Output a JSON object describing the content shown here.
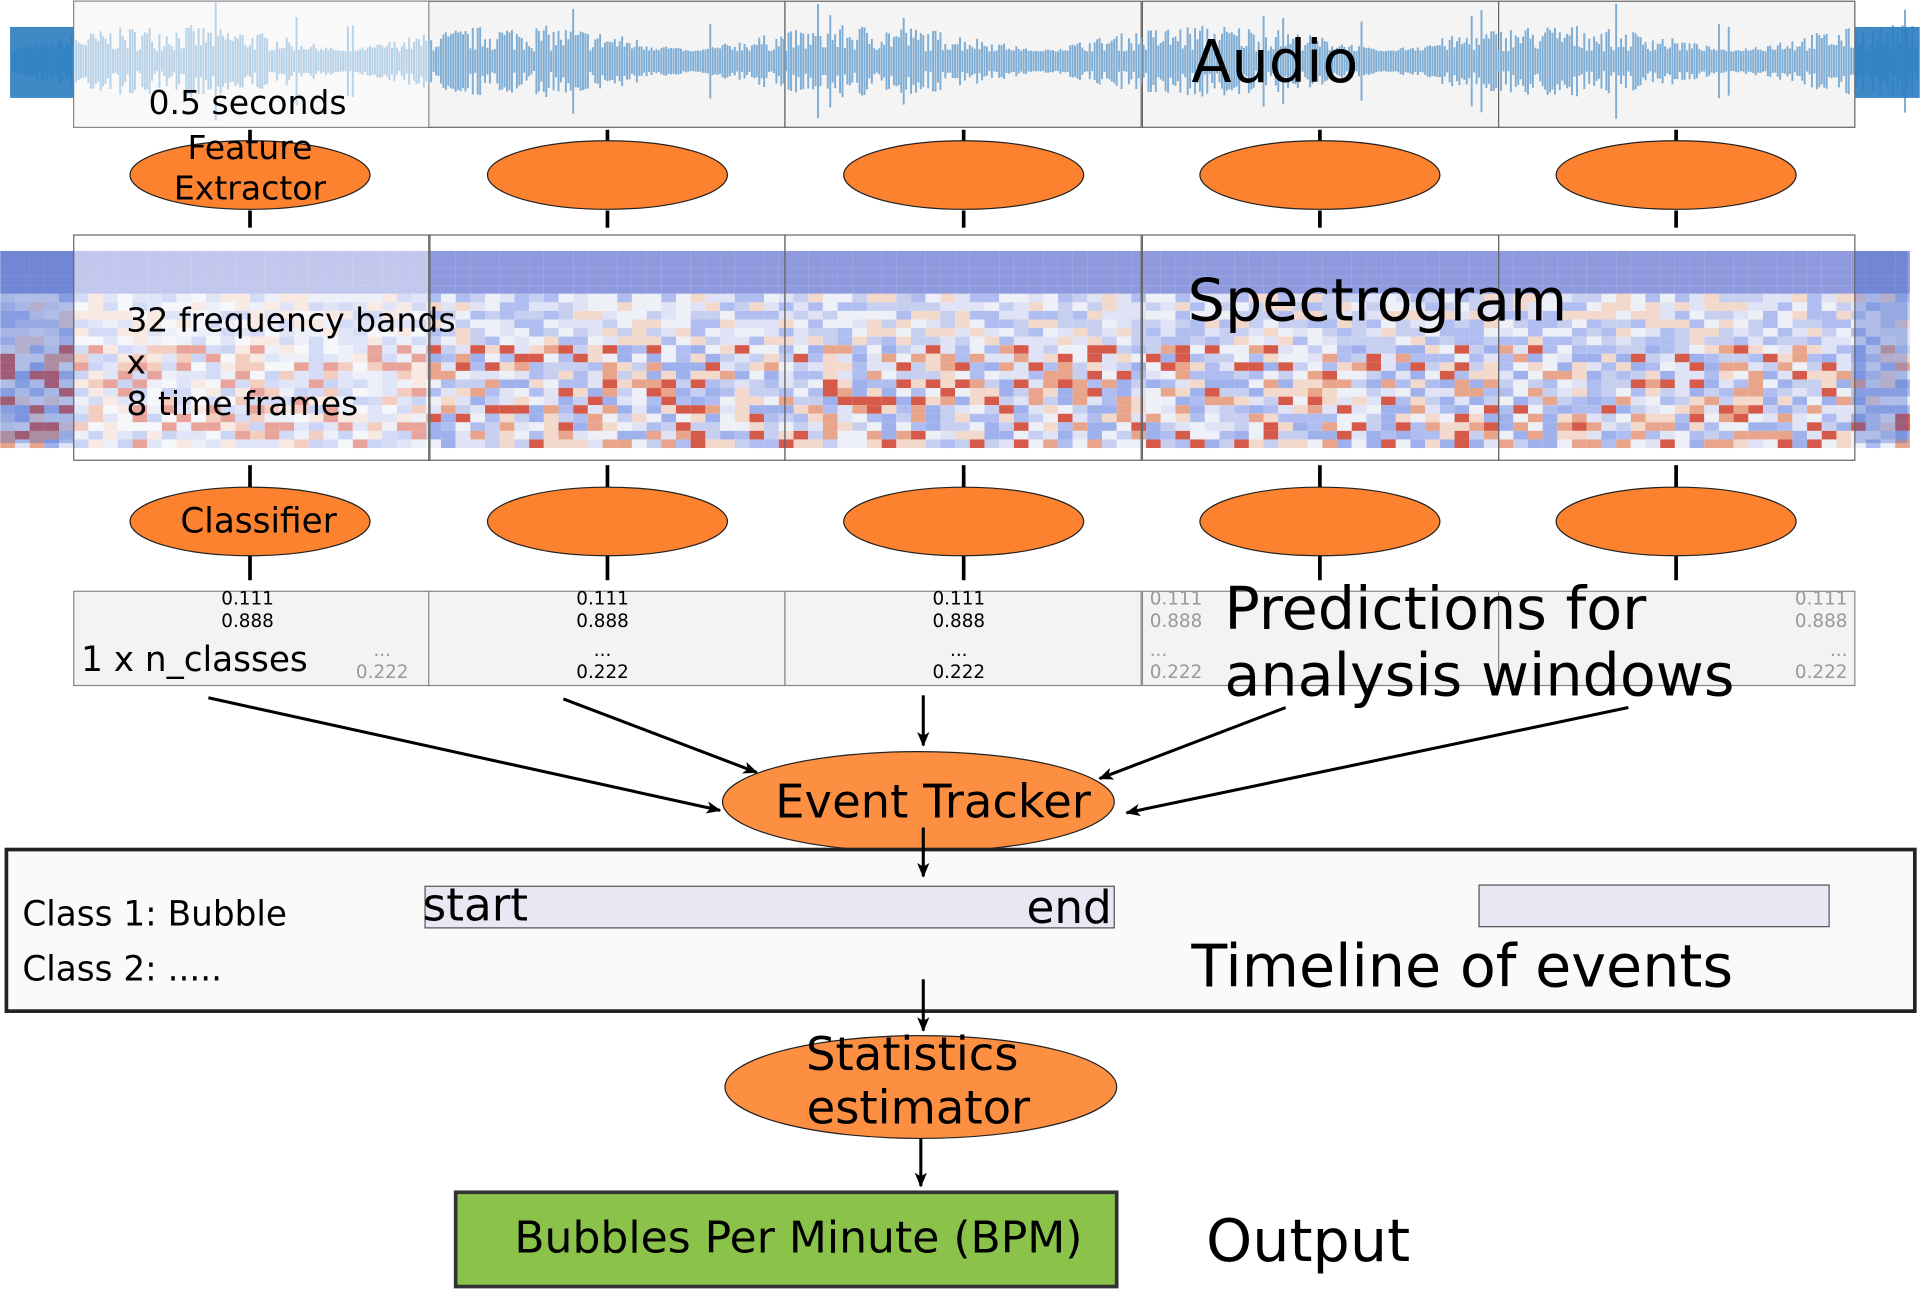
{
  "audio": {
    "label": "Audio",
    "window_label": "0.5 seconds"
  },
  "feature_extractor": {
    "label_line1": "Feature",
    "label_line2": "Extractor"
  },
  "spectrogram": {
    "label": "Spectrogram",
    "dims_line1": "32 frequency bands",
    "dims_line2": "x",
    "dims_line3": "8 time frames"
  },
  "classifier": {
    "label": "Classifier"
  },
  "predictions": {
    "label_line1": "Predictions for",
    "label_line2": "analysis windows",
    "shape": "1 x n_classes",
    "values": [
      "0.111",
      "0.888",
      "...",
      "0.222"
    ]
  },
  "event_tracker": {
    "label": "Event Tracker"
  },
  "timeline": {
    "label": "Timeline of events",
    "class1_prefix": "Class 1",
    "class1_name": ": Bubble",
    "class2": "Class 2: .....",
    "start": "start",
    "end": "end"
  },
  "statistics": {
    "label_line1": "Statistics",
    "label_line2": "estimator"
  },
  "output": {
    "label": "Output",
    "result": "Bubbles Per Minute (BPM)"
  },
  "colors": {
    "orange": "#fd8230",
    "green": "#8bc34a",
    "wave": "#7fadd4",
    "wave_dark": "#2a7cc0",
    "spec_top": "#8f9ade"
  }
}
